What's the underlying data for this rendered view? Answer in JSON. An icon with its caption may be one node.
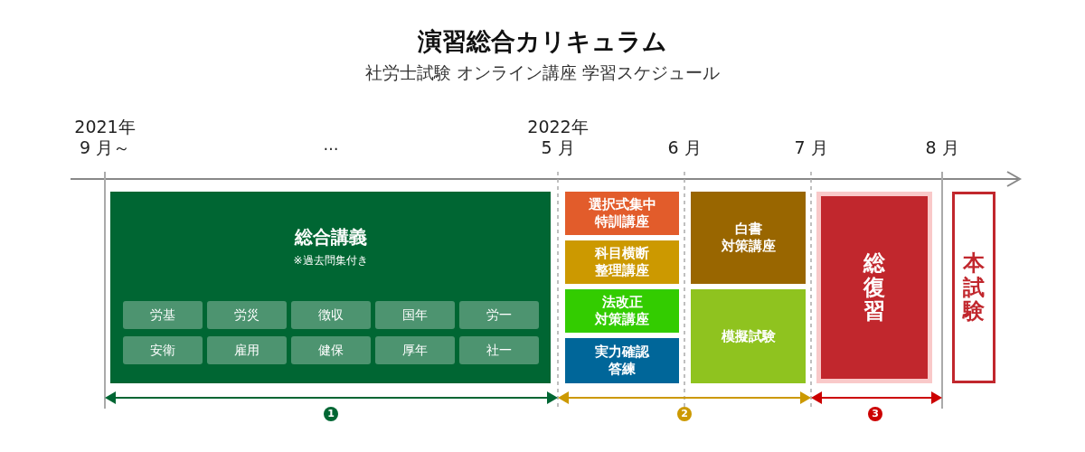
{
  "diagram": {
    "title": "演習総合カリキュラム",
    "nodes": [
      {
        "text": [
          "総合講義",
          "※過去問集付き"
        ]
      },
      {
        "text": [
          "労基"
        ],
        "in": 0
      },
      {
        "text": [
          "労災"
        ],
        "in": 0
      },
      {
        "text": [
          "徴収"
        ],
        "in": 0
      },
      {
        "text": [
          "国年"
        ],
        "in": 0
      },
      {
        "text": [
          "労一"
        ],
        "in": 0
      },
      {
        "text": [
          "安衛"
        ],
        "in": 0
      },
      {
        "text": [
          "雇用"
        ],
        "in": 0
      },
      {
        "text": [
          "健保"
        ],
        "in": 0
      },
      {
        "text": [
          "厚年"
        ],
        "in": 0
      },
      {
        "text": [
          "社一"
        ],
        "in": 0
      },
      {
        "text": [
          "選択式集中特訓講座"
        ]
      },
      {
        "text": [
          "科目横断整理講座"
        ]
      },
      {
        "text": [
          "法改正対策講座"
        ]
      },
      {
        "text": [
          "実力確認答練"
        ]
      },
      {
        "text": [
          "白書対策講座"
        ]
      },
      {
        "text": [
          "模擬試験"
        ]
      },
      {
        "text": [
          "総復習"
        ]
      },
      {
        "text": [
          "本試験"
        ]
      }
    ],
    "labels": [
      "社労士試験 オンライン講座 学習スケジュール",
      "2021年",
      "9 月～",
      "…",
      "2022年",
      "5 月",
      "6 月",
      "7 月",
      "8 月",
      "1",
      "2",
      "3"
    ]
  }
}
